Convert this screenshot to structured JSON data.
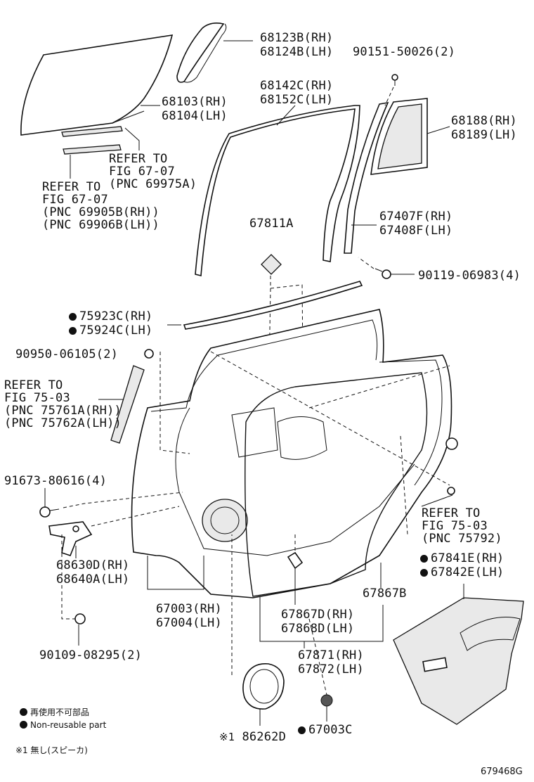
{
  "labels": {
    "p68123": "68123B(RH)",
    "p68124": "68124B(LH)",
    "p90151": "90151-50026(2)",
    "p68103": "68103(RH)",
    "p68104": "68104(LH)",
    "p68142": "68142C(RH)",
    "p68152": "68152C(LH)",
    "p68188": "68188(RH)",
    "p68189": "68189(LH)",
    "ref_6707a_1": "REFER TO",
    "ref_6707a_2": "FIG 67-07",
    "ref_6707a_3": "(PNC 69975A)",
    "ref_6707b_1": "REFER TO",
    "ref_6707b_2": "FIG 67-07",
    "ref_6707b_3": "(PNC 69905B(RH))",
    "ref_6707b_4": "(PNC 69906B(LH))",
    "p67811a": "67811A",
    "p67407": "67407F(RH)",
    "p67408": "67408F(LH)",
    "p90119": "90119-06983(4)",
    "p75923": "75923C(RH)",
    "p75924": "75924C(LH)",
    "p90950": "90950-06105(2)",
    "ref_7503a_1": "REFER TO",
    "ref_7503a_2": "FIG 75-03",
    "ref_7503a_3": "(PNC 75761A(RH))",
    "ref_7503a_4": "(PNC 75762A(LH))",
    "p91673": "91673-80616(4)",
    "ref_7503b_1": "REFER TO",
    "ref_7503b_2": "FIG 75-03",
    "ref_7503b_3": "(PNC 75792)",
    "p67841": "67841E(RH)",
    "p67842": "67842E(LH)",
    "p68630": "68630D(RH)",
    "p68640": "68640A(LH)",
    "p67867b": "67867B",
    "p67003": "67003(RH)",
    "p67004": "67004(LH)",
    "p67867d": "67867D(RH)",
    "p67868d": "67868D(LH)",
    "p90109": "90109-08295(2)",
    "p67871": "67871(RH)",
    "p67872": "67872(LH)",
    "p86262": "86262D",
    "p67003c": "67003C",
    "mark1": "※1"
  },
  "legend": {
    "jp": "再使用不可部品",
    "en": "Non-reusable part",
    "note": "※1 無し(スピーカ)"
  },
  "figure_id": "679468G",
  "colors": {
    "ink": "#111111",
    "panel_fill": "#e9e9e9",
    "background": "#ffffff"
  }
}
